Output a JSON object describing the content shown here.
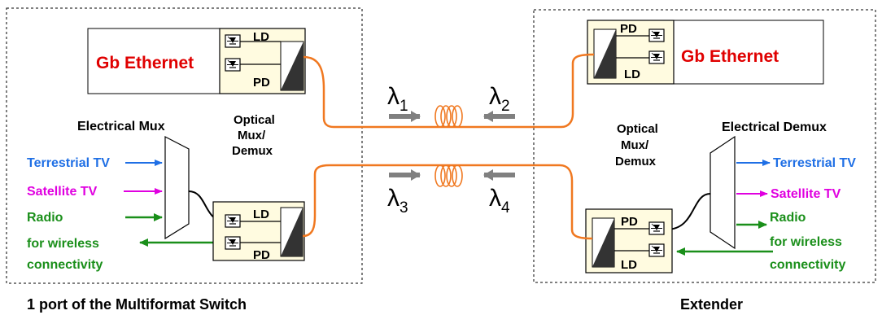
{
  "left_block": {
    "caption": "1 port of the Multiformat Switch",
    "ethernet_label": "Gb Ethernet",
    "ld_label": "LD",
    "pd_label": "PD",
    "mux_title": "Electrical Mux",
    "optical_line1": "Optical",
    "optical_line2": "Mux/",
    "optical_line3": "Demux",
    "inputs": {
      "terrestrial": "Terrestrial TV",
      "satellite": "Satellite TV",
      "radio_line1": "Radio",
      "radio_line2": "for wireless",
      "radio_line3": "connectivity"
    },
    "lower_ld_label": "LD",
    "lower_pd_label": "PD"
  },
  "right_block": {
    "caption": "Extender",
    "ethernet_label": "Gb Ethernet",
    "ld_label": "LD",
    "pd_label": "PD",
    "demux_title": "Electrical Demux",
    "optical_line1": "Optical",
    "optical_line2": "Mux/",
    "optical_line3": "Demux",
    "outputs": {
      "terrestrial": "Terrestrial TV",
      "satellite": "Satellite TV",
      "radio_line1": "Radio",
      "radio_line2": "for wireless",
      "radio_line3": "connectivity"
    },
    "lower_ld_label": "LD",
    "lower_pd_label": "PD"
  },
  "link": {
    "lambda1": "λ",
    "lambda1_sub": "1",
    "lambda2": "λ",
    "lambda2_sub": "2",
    "lambda3": "λ",
    "lambda3_sub": "3",
    "lambda4": "λ",
    "lambda4_sub": "4"
  },
  "colors": {
    "ethernet": "#e00000",
    "terrestrial": "#1f6fe5",
    "satellite": "#e000e0",
    "radio": "#1a8f1a",
    "fiber": "#f07820",
    "module_fill": "#fffbe0",
    "arrow_grey": "#808080"
  }
}
